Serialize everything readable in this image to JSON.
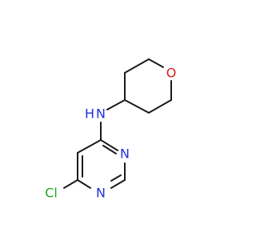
{
  "colors": {
    "background": "#ffffff",
    "bond": "#1a1a1a",
    "N": "#1f2fe0",
    "O": "#e01b1b",
    "Cl": "#1ea51e"
  },
  "atoms": {
    "o1": {
      "label": "O",
      "element": "O"
    },
    "n_amine": {
      "label": "N",
      "element": "N"
    },
    "h_amine": {
      "label": "H",
      "element": "N"
    },
    "n_ring_3": {
      "label": "N",
      "element": "N"
    },
    "n_ring_1": {
      "label": "N",
      "element": "N"
    },
    "cl": {
      "label": "Cl",
      "element": "Cl"
    }
  }
}
